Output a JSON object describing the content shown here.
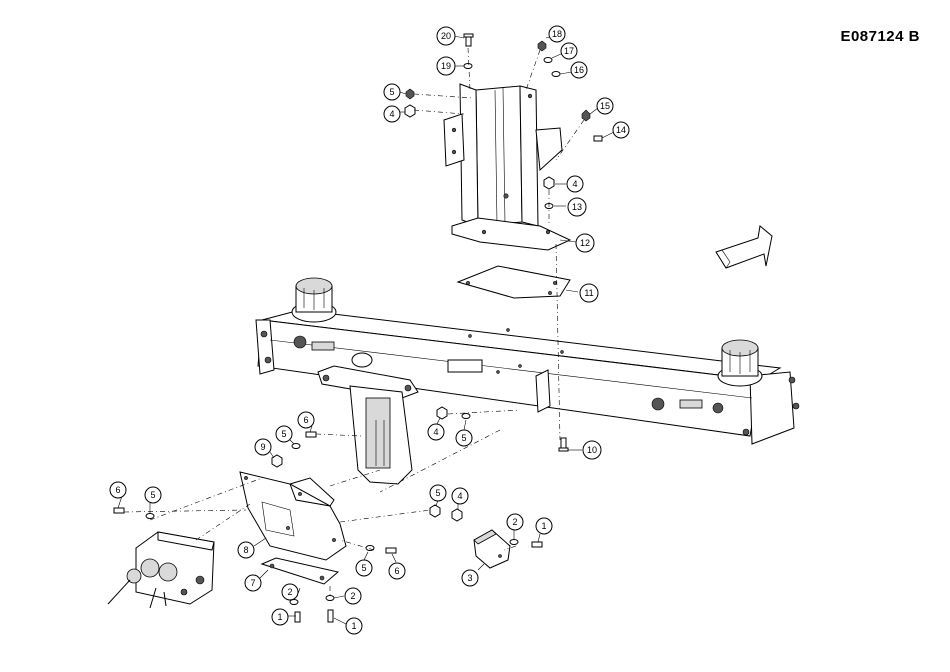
{
  "drawing": {
    "reference_code": "E087124  B",
    "callouts": [
      {
        "id": "c20",
        "label": "20"
      },
      {
        "id": "c19",
        "label": "19"
      },
      {
        "id": "c18",
        "label": "18"
      },
      {
        "id": "c17",
        "label": "17"
      },
      {
        "id": "c16",
        "label": "16"
      },
      {
        "id": "c15",
        "label": "15"
      },
      {
        "id": "c14",
        "label": "14"
      },
      {
        "id": "c5a",
        "label": "5"
      },
      {
        "id": "c4a",
        "label": "4"
      },
      {
        "id": "c4b",
        "label": "4"
      },
      {
        "id": "c13",
        "label": "13"
      },
      {
        "id": "c12",
        "label": "12"
      },
      {
        "id": "c11",
        "label": "11"
      },
      {
        "id": "c10",
        "label": "10"
      },
      {
        "id": "c4c",
        "label": "4"
      },
      {
        "id": "c5b",
        "label": "5"
      },
      {
        "id": "c6a",
        "label": "6"
      },
      {
        "id": "c5c",
        "label": "5"
      },
      {
        "id": "c9",
        "label": "9"
      },
      {
        "id": "c6b",
        "label": "6"
      },
      {
        "id": "c5d",
        "label": "5"
      },
      {
        "id": "c5e",
        "label": "5"
      },
      {
        "id": "c4d",
        "label": "4"
      },
      {
        "id": "c2a",
        "label": "2"
      },
      {
        "id": "c1a",
        "label": "1"
      },
      {
        "id": "c8",
        "label": "8"
      },
      {
        "id": "c5f",
        "label": "5"
      },
      {
        "id": "c6c",
        "label": "6"
      },
      {
        "id": "c3",
        "label": "3"
      },
      {
        "id": "c7",
        "label": "7"
      },
      {
        "id": "c2b",
        "label": "2"
      },
      {
        "id": "c2c",
        "label": "2"
      },
      {
        "id": "c1b",
        "label": "1"
      },
      {
        "id": "c1c",
        "label": "1"
      }
    ]
  }
}
